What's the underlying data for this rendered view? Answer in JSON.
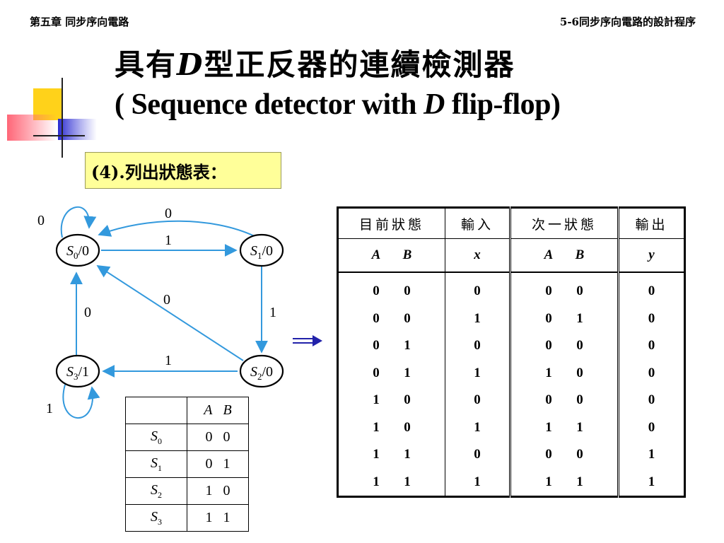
{
  "header": {
    "chapter": "第五章 同步序向電路",
    "section": "5-6同步序向電路的設計程序"
  },
  "title": {
    "zh_prefix": "具有",
    "zh_italic": "D",
    "zh_suffix": "型正反器的連續檢測器",
    "en_prefix": "( Sequence detector with ",
    "en_italic": "D",
    "en_suffix": " flip-flop)"
  },
  "step_label": "(4).列出狀態表：",
  "state_diagram": {
    "states": [
      {
        "name": "S",
        "sub": "0",
        "output": "/0"
      },
      {
        "name": "S",
        "sub": "1",
        "output": "/0"
      },
      {
        "name": "S",
        "sub": "2",
        "output": "/0"
      },
      {
        "name": "S",
        "sub": "3",
        "output": "/1"
      }
    ],
    "transitions": [
      {
        "from": "S0",
        "to": "S0",
        "label": "0"
      },
      {
        "from": "S1",
        "to": "S0",
        "label": "0"
      },
      {
        "from": "S0",
        "to": "S1",
        "label": "1"
      },
      {
        "from": "S2",
        "to": "S0",
        "label": "0"
      },
      {
        "from": "S3",
        "to": "S0",
        "label": "0"
      },
      {
        "from": "S1",
        "to": "S2",
        "label": "1"
      },
      {
        "from": "S2",
        "to": "S3",
        "label": "1"
      },
      {
        "from": "S3",
        "to": "S3",
        "label": "1"
      }
    ]
  },
  "state_assignment": {
    "headers": [
      "",
      "A",
      "B"
    ],
    "rows": [
      {
        "state": "S",
        "sub": "0",
        "A": "0",
        "B": "0"
      },
      {
        "state": "S",
        "sub": "1",
        "A": "0",
        "B": "1"
      },
      {
        "state": "S",
        "sub": "2",
        "A": "1",
        "B": "0"
      },
      {
        "state": "S",
        "sub": "3",
        "A": "1",
        "B": "1"
      }
    ]
  },
  "state_table": {
    "group_headers": [
      "目前狀態",
      "輸入",
      "次一狀態",
      "輸出"
    ],
    "var_headers": [
      "A",
      "B",
      "x",
      "A",
      "B",
      "y"
    ],
    "rows": [
      [
        "0",
        "0",
        "0",
        "0",
        "0",
        "0"
      ],
      [
        "0",
        "0",
        "1",
        "0",
        "1",
        "0"
      ],
      [
        "0",
        "1",
        "0",
        "0",
        "0",
        "0"
      ],
      [
        "0",
        "1",
        "1",
        "1",
        "0",
        "0"
      ],
      [
        "1",
        "0",
        "0",
        "0",
        "0",
        "0"
      ],
      [
        "1",
        "0",
        "1",
        "1",
        "1",
        "0"
      ],
      [
        "1",
        "1",
        "0",
        "0",
        "0",
        "1"
      ],
      [
        "1",
        "1",
        "1",
        "1",
        "1",
        "1"
      ]
    ]
  },
  "colors": {
    "diagram_line": "#3399dd",
    "highlight_box": "#ffff99",
    "arrow": "#2222aa"
  }
}
